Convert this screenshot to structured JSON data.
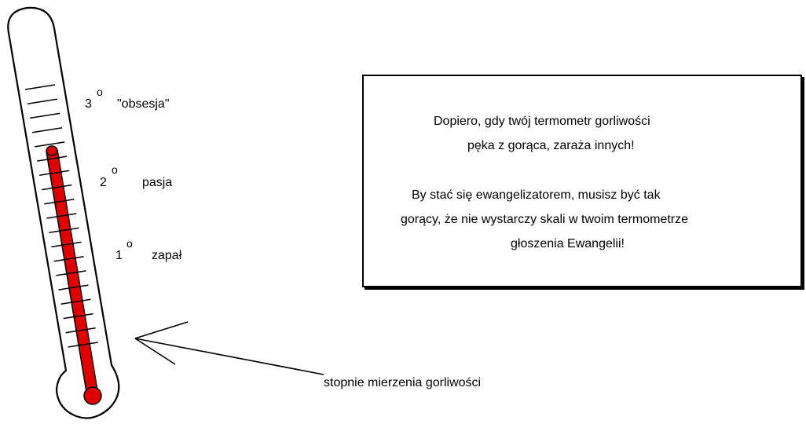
{
  "thermometer": {
    "levels": [
      {
        "number": "3",
        "degree_symbol": "o",
        "label": "\"obsesja\""
      },
      {
        "number": "2",
        "degree_symbol": "o",
        "label": "pasja"
      },
      {
        "number": "1",
        "degree_symbol": "o",
        "label": "zapał"
      }
    ],
    "mercury_color": "#e00000",
    "outline_color": "#000000"
  },
  "pointer": {
    "label": "stopnie mierzenia gorliwości"
  },
  "message_box": {
    "lines": [
      "Dopiero, gdy twój termometr gorliwości",
      "pęka z gorąca, zaraża innych!",
      "By stać się ewangelizatorem, musisz być tak",
      "gorący, że nie wystarczy skali w twoim termometrze",
      "głoszenia Ewangelii!"
    ]
  }
}
